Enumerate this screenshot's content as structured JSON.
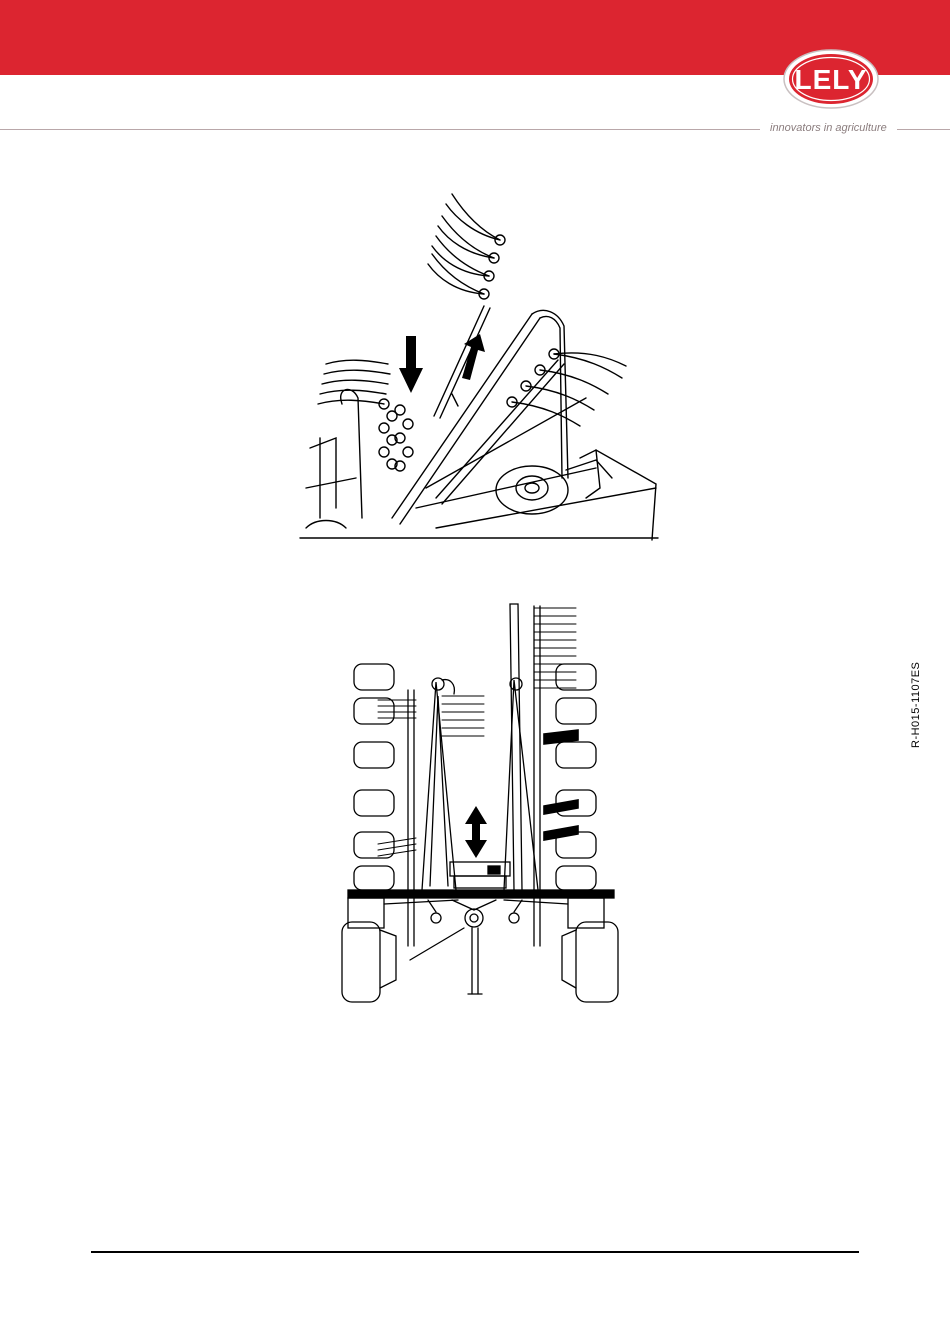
{
  "header": {
    "brand_color": "#dc2530",
    "logo_text": "LELY",
    "tagline": "innovators in agriculture"
  },
  "figures": {
    "top_icon": "rake-rotor-folding-illustration-icon",
    "bottom_icon": "rake-transport-position-illustration-icon"
  },
  "side_code": "R-H015-1107ES"
}
